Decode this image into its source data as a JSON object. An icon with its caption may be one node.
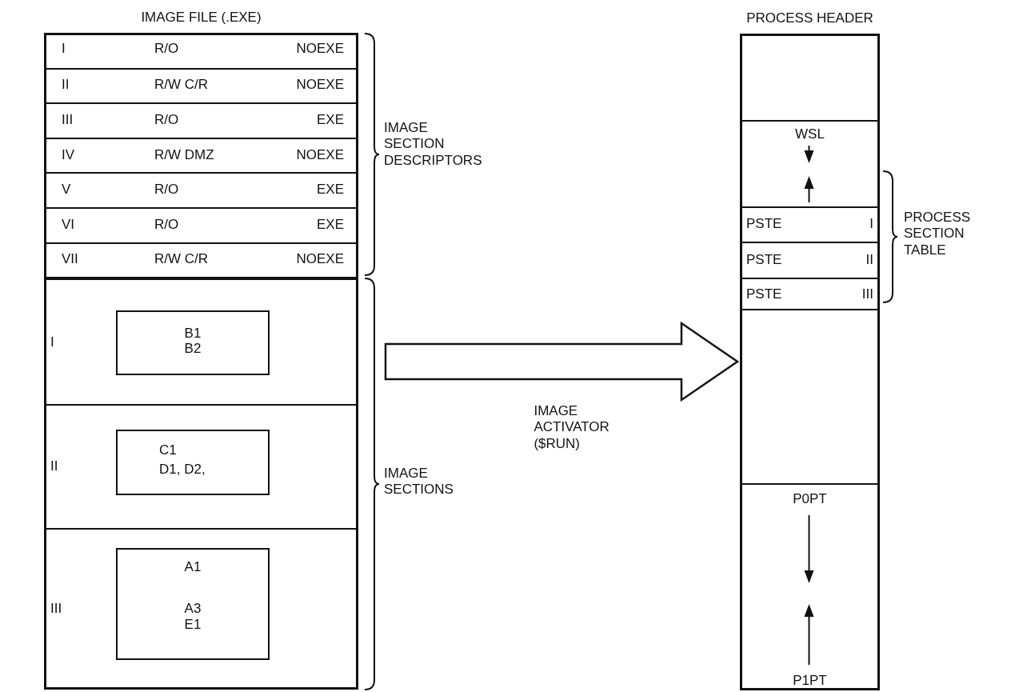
{
  "diagram": {
    "nodes": [
      {
        "text": [
          "IMAGE FILE (.EXE)"
        ]
      },
      {
        "text": [
          "I",
          "R/O",
          "NOEXE"
        ],
        "in": 0
      },
      {
        "text": [
          "II",
          "R/W C/R",
          "NOEXE"
        ],
        "in": 0
      },
      {
        "text": [
          "III",
          "R/O",
          "EXE"
        ],
        "in": 0
      },
      {
        "text": [
          "IV",
          "R/W DMZ",
          "NOEXE"
        ],
        "in": 0
      },
      {
        "text": [
          "V",
          "R/O",
          "EXE"
        ],
        "in": 0
      },
      {
        "text": [
          "VI",
          "R/O",
          "EXE"
        ],
        "in": 0
      },
      {
        "text": [
          "VII",
          "R/W C/R",
          "NOEXE"
        ],
        "in": 0
      },
      {
        "text": [
          "I"
        ],
        "in": 0
      },
      {
        "text": [
          "B1 B2"
        ],
        "in": 8
      },
      {
        "text": [
          "II"
        ],
        "in": 0
      },
      {
        "text": [
          "C1",
          "D1, D2,"
        ],
        "in": 10
      },
      {
        "text": [
          "III"
        ],
        "in": 0
      },
      {
        "text": [
          "A1",
          "A3 E1"
        ],
        "in": 12
      },
      {
        "text": [
          "PROCESS HEADER"
        ]
      },
      {
        "text": [
          "WSL"
        ],
        "in": 14
      },
      {
        "text": [
          "PSTE",
          "I"
        ],
        "in": 14
      },
      {
        "text": [
          "PSTE",
          "II"
        ],
        "in": 14
      },
      {
        "text": [
          "PSTE",
          "III"
        ],
        "in": 14
      },
      {
        "text": [
          "P0PT",
          "P1PT"
        ],
        "in": 14
      }
    ],
    "edges": [
      {
        "from": 0,
        "to": 14,
        "arrow": "to",
        "label": "IMAGE ACTIVATOR ($RUN)",
        "style": "thick"
      }
    ],
    "labels": [
      "IMAGE SECTION DESCRIPTORS",
      "IMAGE SECTIONS",
      "PROCESS SECTION TABLE"
    ]
  }
}
